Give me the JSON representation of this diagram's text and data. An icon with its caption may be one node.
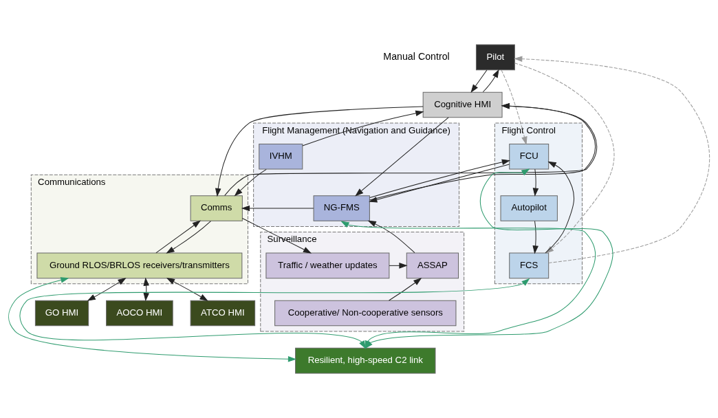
{
  "diagram": {
    "nodes": [
      {
        "text": [
          "Pilot"
        ]
      },
      {
        "text": [
          "Cognitive HMI"
        ]
      },
      {
        "text": [
          "Flight Control"
        ]
      },
      {
        "text": [
          "FCU"
        ],
        "in": 2
      },
      {
        "text": [
          "Autopilot"
        ],
        "in": 2
      },
      {
        "text": [
          "FCS"
        ],
        "in": 2
      },
      {
        "text": [
          "Flight Management (Navigation and Guidance)"
        ]
      },
      {
        "text": [
          "NG-FMS"
        ],
        "in": 6
      },
      {
        "text": [
          "IVHM"
        ],
        "in": 6
      },
      {
        "text": [
          "Communications"
        ]
      },
      {
        "text": [
          "Comms"
        ],
        "in": 9
      },
      {
        "text": [
          "Ground RLOS/BRLOS receivers/transmitters"
        ],
        "in": 9
      },
      {
        "text": [
          "Surveillance"
        ]
      },
      {
        "text": [
          "ASSAP"
        ],
        "in": 12
      },
      {
        "text": [
          "Traffic / weather updates"
        ],
        "in": 12
      },
      {
        "text": [
          "Cooperative/ Non-cooperative sensors"
        ],
        "in": 12
      },
      {
        "text": [
          "GO HMI"
        ]
      },
      {
        "text": [
          "AOCO HMI"
        ]
      },
      {
        "text": [
          "ATCO HMI"
        ]
      },
      {
        "text": [
          "Resilient, high-speed C2 link"
        ]
      }
    ],
    "edges": [
      {
        "from": 0,
        "to": 1,
        "arrow": "to"
      },
      {
        "from": 1,
        "to": 0,
        "arrow": "to"
      },
      {
        "from": 1,
        "to": 7,
        "arrow": "to"
      },
      {
        "from": 7,
        "to": 1,
        "arrow": "to"
      },
      {
        "from": 8,
        "to": 1,
        "arrow": "to"
      },
      {
        "from": 1,
        "to": 10,
        "arrow": "to"
      },
      {
        "from": 10,
        "to": 1,
        "arrow": "to"
      },
      {
        "from": 8,
        "to": 10,
        "arrow": "to"
      },
      {
        "from": 7,
        "to": 10,
        "arrow": "to"
      },
      {
        "from": 11,
        "to": 10,
        "arrow": "to"
      },
      {
        "from": 10,
        "to": 11,
        "arrow": "to"
      },
      {
        "from": 10,
        "to": 14,
        "arrow": "to"
      },
      {
        "from": 14,
        "to": 13,
        "arrow": "to"
      },
      {
        "from": 13,
        "to": 7,
        "arrow": "to"
      },
      {
        "from": 15,
        "to": 13,
        "arrow": "to"
      },
      {
        "from": 7,
        "to": 3,
        "arrow": "to"
      },
      {
        "from": 3,
        "to": 7,
        "arrow": "to"
      },
      {
        "from": 3,
        "to": 4,
        "arrow": "to"
      },
      {
        "from": 4,
        "to": 5,
        "arrow": "to"
      },
      {
        "from": 5,
        "to": 3,
        "arrow": "to"
      },
      {
        "from": 5,
        "to": 0,
        "arrow": "to",
        "style": "dashed",
        "color": "#999999"
      },
      {
        "from": 0,
        "to": 5,
        "arrow": "to",
        "style": "dashed",
        "color": "#999999"
      },
      {
        "from": 0,
        "to": 3,
        "arrow": "to",
        "style": "dashed",
        "color": "#999999"
      },
      {
        "from": 19,
        "to": 5,
        "arrow": "both",
        "color": "#2e9b6e"
      },
      {
        "from": 19,
        "to": 3,
        "arrow": "both",
        "color": "#2e9b6e"
      },
      {
        "from": 19,
        "to": 7,
        "arrow": "both",
        "color": "#2e9b6e"
      },
      {
        "from": 11,
        "to": 19,
        "arrow": "both",
        "color": "#2e9b6e"
      },
      {
        "from": 11,
        "to": 16,
        "arrow": "both"
      },
      {
        "from": 11,
        "to": 17,
        "arrow": "both"
      },
      {
        "from": 11,
        "to": 18,
        "arrow": "both"
      }
    ],
    "labels": [
      "Manual Control"
    ]
  }
}
